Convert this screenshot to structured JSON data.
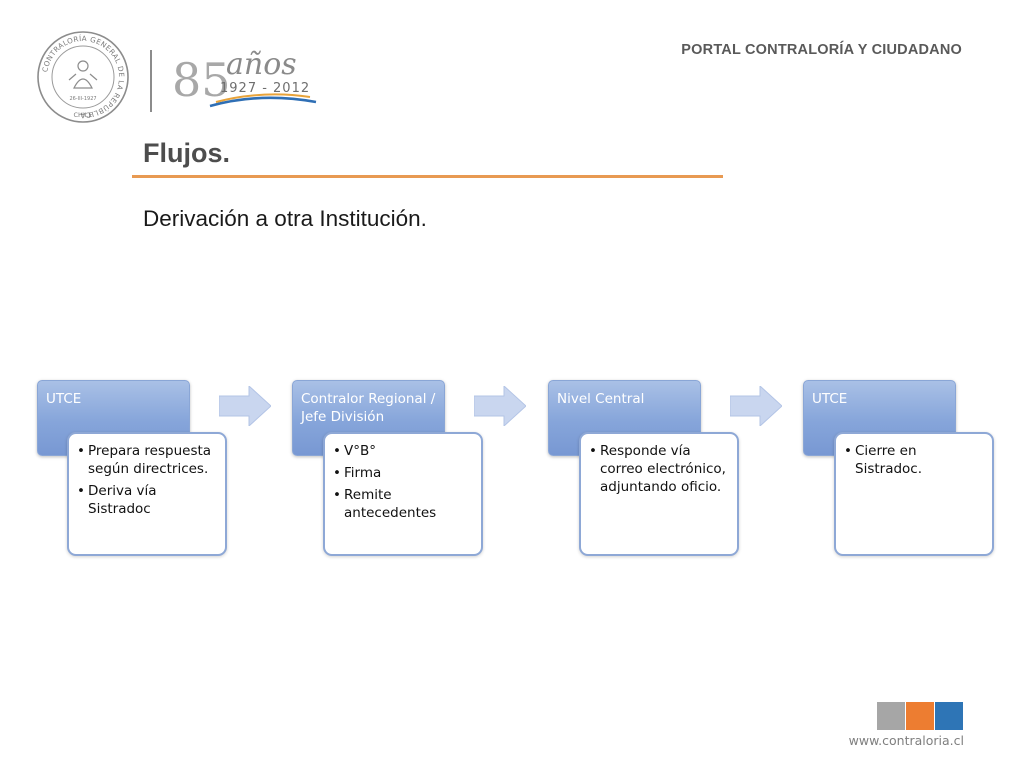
{
  "header": {
    "seal_ring_text": "CONTRALORÍA GENERAL DE LA REPÚBLICA",
    "seal_date": "26-III-1927",
    "seal_country": "CHILE",
    "anniv_number": "85",
    "anniv_word": "años",
    "anniv_years": "1927 - 2012",
    "portal_title": "PORTAL CONTRALORÍA Y CIUDADANO"
  },
  "slide": {
    "title": "Flujos.",
    "subtitle": "Derivación a otra Institución."
  },
  "flow": {
    "stages": [
      {
        "heading": "UTCE",
        "bullets": [
          "Prepara respuesta según directrices.",
          "Deriva vía Sistradoc"
        ]
      },
      {
        "heading": "Contralor Regional / Jefe División",
        "bullets": [
          "V°B°",
          "Firma",
          "Remite antecedentes"
        ]
      },
      {
        "heading": "Nivel Central",
        "bullets": [
          "Responde vía correo electrónico, adjuntando oficio."
        ]
      },
      {
        "heading": "UTCE",
        "bullets": [
          "Cierre en Sistradoc."
        ]
      }
    ]
  },
  "footer": {
    "url": "www.contraloria.cl"
  },
  "colors": {
    "stage_header": "#86a5da",
    "stage_border": "#8ea8d6",
    "arrow_fill": "#c9d6ef",
    "title_rule": "#e89a52",
    "footer_gray": "#a6a6a6",
    "footer_orange": "#ed7d31",
    "footer_blue": "#2e75b6"
  }
}
